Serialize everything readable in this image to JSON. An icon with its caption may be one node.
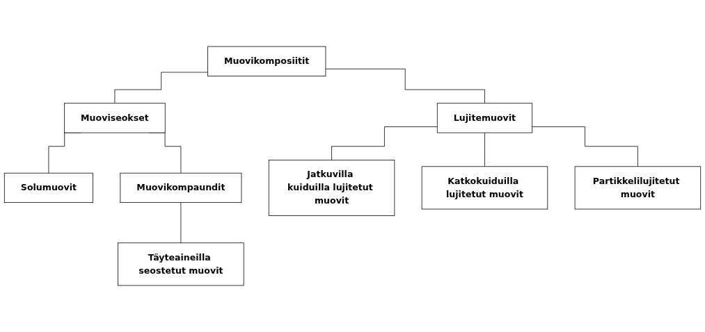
{
  "diagram": {
    "nodes": [
      {
        "text": [
          "Muovikomposiitit"
        ]
      },
      {
        "text": [
          "Muoviseokset"
        ]
      },
      {
        "text": [
          "Solumuovit"
        ]
      },
      {
        "text": [
          "Lujitemuovit"
        ]
      },
      {
        "text": [
          "Muovikompaundit"
        ]
      },
      {
        "text": [
          "Täyteaineilla seostetut muovit"
        ]
      },
      {
        "text": [
          "Jatkuvilla kuiduilla lujitetut muovit"
        ]
      },
      {
        "text": [
          "Katkokuiduilla lujitetut muovit"
        ]
      },
      {
        "text": [
          "Partikkelilujitetut muovit"
        ]
      }
    ],
    "edges": [
      {
        "from": 0,
        "to": 1,
        "arrow": "none"
      },
      {
        "from": 0,
        "to": 3,
        "arrow": "none"
      },
      {
        "from": 1,
        "to": 2,
        "arrow": "none"
      },
      {
        "from": 1,
        "to": 4,
        "arrow": "none"
      },
      {
        "from": 4,
        "to": 5,
        "arrow": "none"
      },
      {
        "from": 3,
        "to": 6,
        "arrow": "none"
      },
      {
        "from": 3,
        "to": 7,
        "arrow": "none"
      },
      {
        "from": 3,
        "to": 8,
        "arrow": "none"
      }
    ]
  }
}
